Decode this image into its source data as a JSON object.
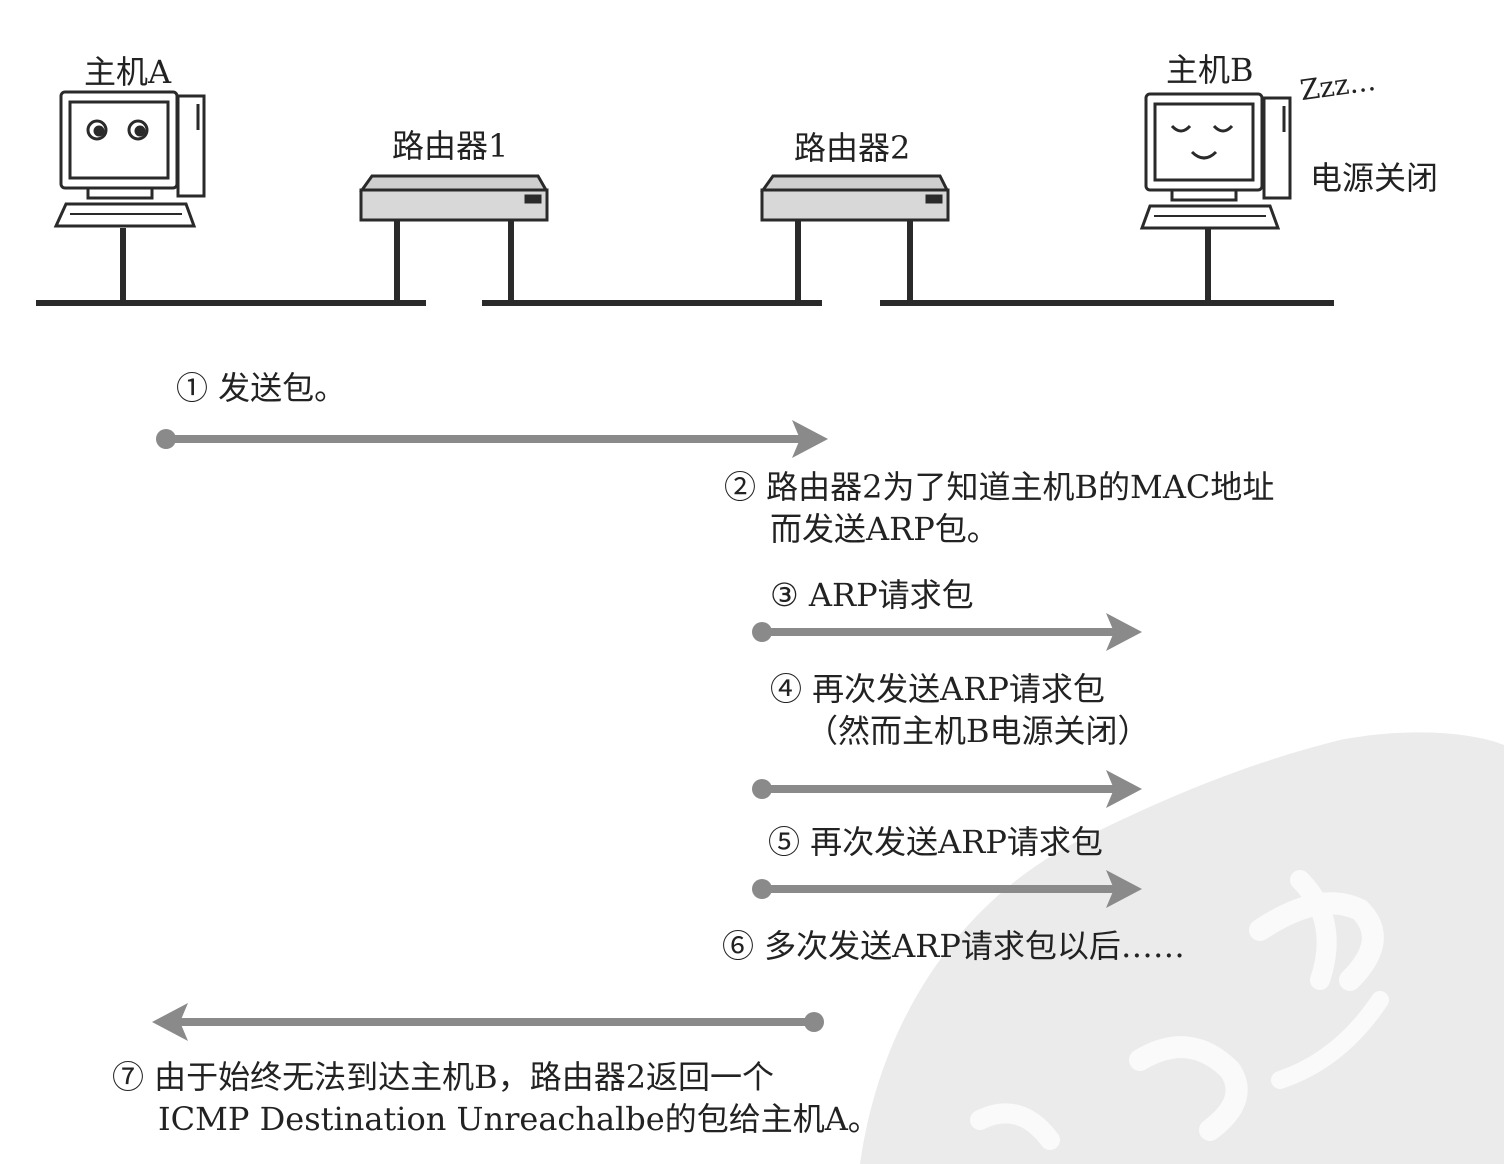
{
  "hosts": {
    "host_a": {
      "label": "主机A"
    },
    "host_b": {
      "label": "主机B",
      "sleep_text": "Zzz...",
      "power_off_text": "电源关闭"
    }
  },
  "routers": {
    "router1": {
      "label": "路由器1"
    },
    "router2": {
      "label": "路由器2"
    }
  },
  "steps": {
    "s1": "① 发送包。",
    "s2_line1": "② 路由器2为了知道主机B的MAC地址",
    "s2_line2": "而发送ARP包。",
    "s3": "③ ARP请求包",
    "s4_line1": "④ 再次发送ARP请求包",
    "s4_line2": "（然而主机B电源关闭）",
    "s5": "⑤ 再次发送ARP请求包",
    "s6": "⑥ 多次发送ARP请求包以后……",
    "s7_line1": "⑦ 由于始终无法到达主机B，路由器2返回一个",
    "s7_line2": "ICMP Destination Unreachalbe的包给主机A。"
  },
  "colors": {
    "line": "#2a2a2a",
    "arrow": "#8a8a8a",
    "router_body": "#d6d6d6",
    "watermark": "#e9e9e9"
  }
}
